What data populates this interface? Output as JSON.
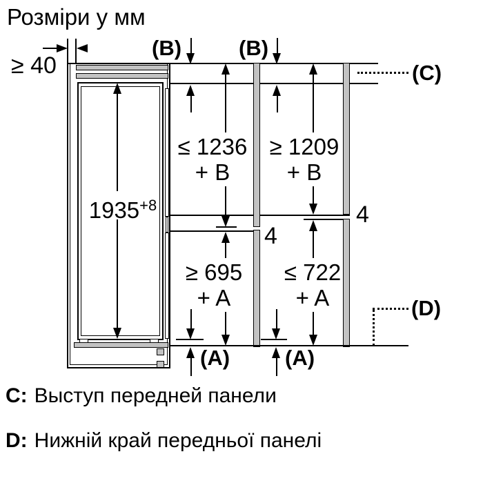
{
  "title": "Розміри у мм",
  "diagram": {
    "top_gap_label": "≥ 40",
    "b_label_1": "(B)",
    "b_label_2": "(B)",
    "c_label": "(C)",
    "d_label": "(D)",
    "a_label_1": "(A)",
    "a_label_2": "(A)",
    "appliance_height": "1935",
    "appliance_height_tolerance": "+8",
    "upper_left_dim_value": "≤ 1236",
    "upper_left_dim_suffix": "+ B",
    "upper_right_dim_value": "≥ 1209",
    "upper_right_dim_suffix": "+ B",
    "lower_left_dim_value": "≥ 695",
    "lower_left_dim_suffix": "+ A",
    "lower_right_dim_value": "≤ 722",
    "lower_right_dim_suffix": "+ A",
    "panel_gap_left": "4",
    "panel_gap_right": "4"
  },
  "legend": {
    "c_key": "C:",
    "c_text": "Выступ передней панели",
    "d_key": "D:",
    "d_text": "Нижній край передньої панелі"
  },
  "colors": {
    "line": "#000000",
    "panel_fill": "#c3c3c3",
    "background": "#ffffff"
  }
}
